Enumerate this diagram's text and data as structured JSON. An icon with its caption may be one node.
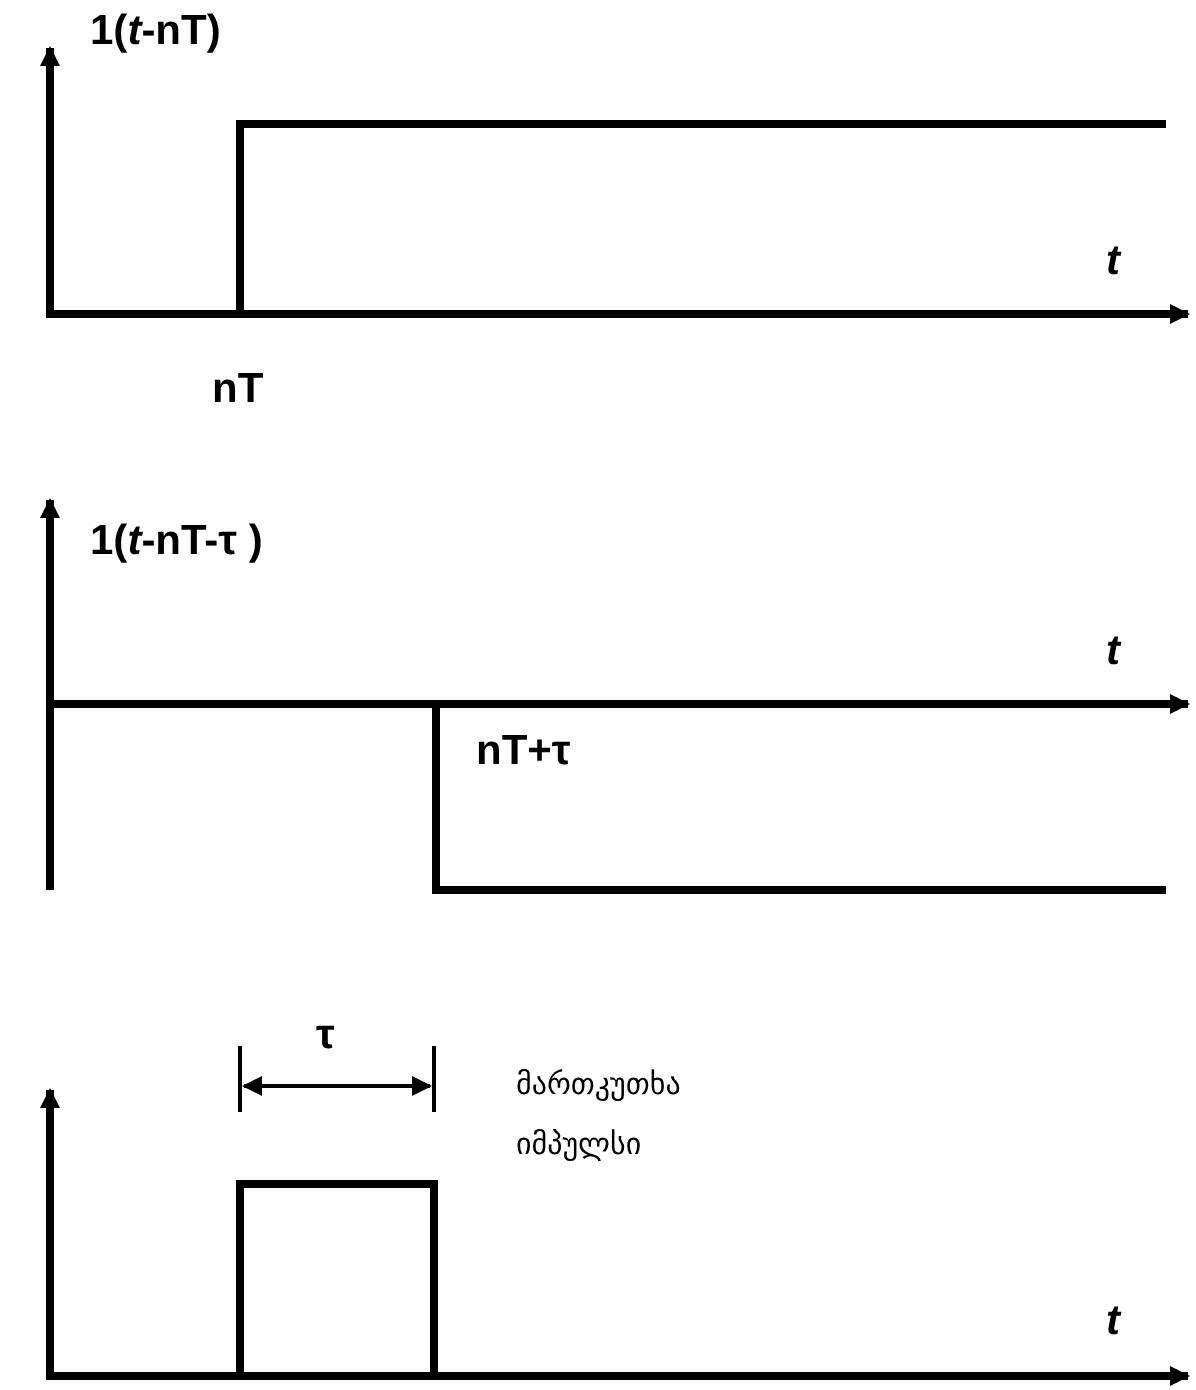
{
  "diagram": {
    "labels": [
      "1(*t*-nT)",
      "t",
      "nT",
      "1(*t*-nT-τ )",
      "t",
      "nT+τ",
      "τ",
      "მართკუთხა იმპულსი",
      "t"
    ]
  }
}
